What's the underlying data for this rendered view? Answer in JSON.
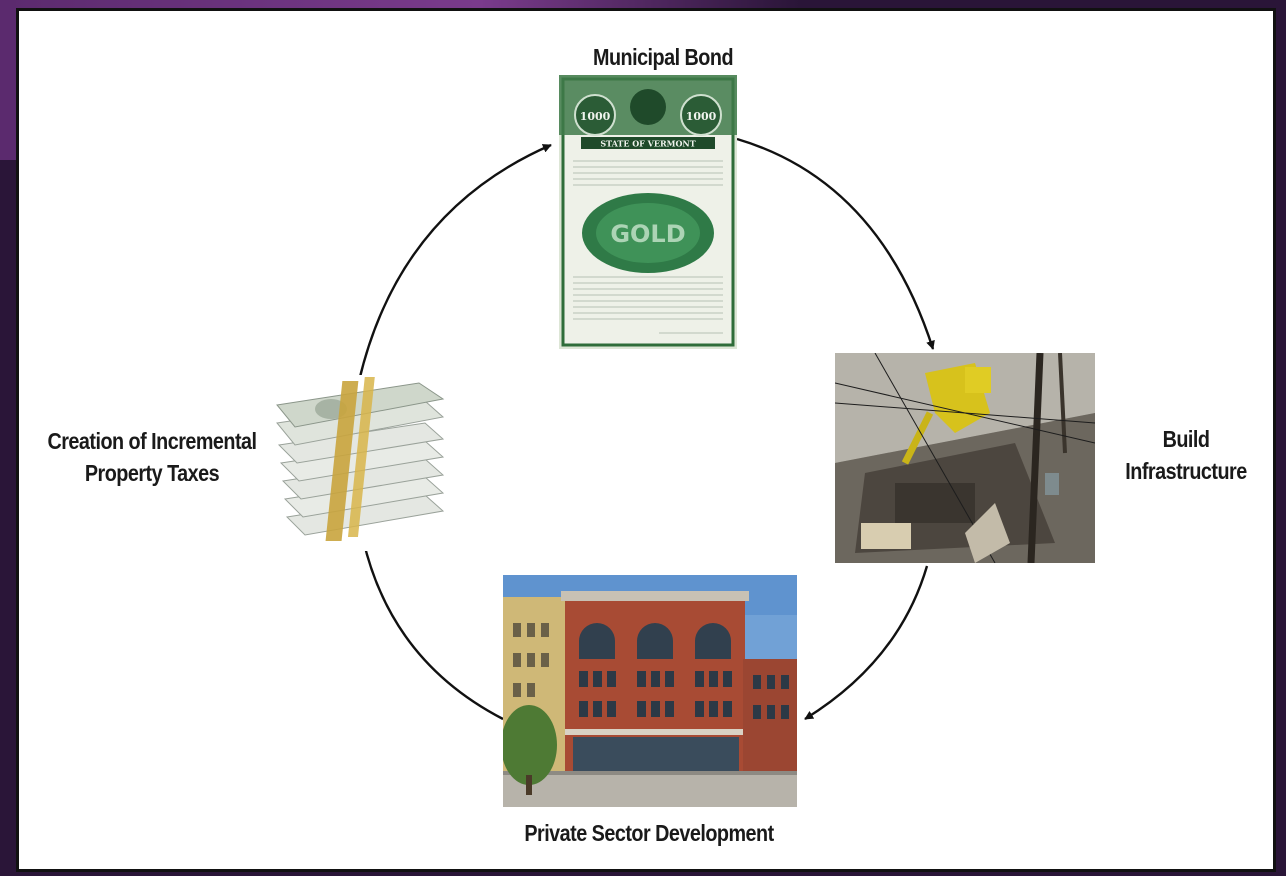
{
  "diagram": {
    "nodes": [
      {
        "id": "bond",
        "label": "Municipal Bond"
      },
      {
        "id": "infrastructure",
        "label_lines": [
          "Build",
          "Infrastructure"
        ]
      },
      {
        "id": "development",
        "label": "Private Sector Development"
      },
      {
        "id": "taxes",
        "label_lines": [
          "Creation of Incremental",
          "Property Taxes"
        ]
      }
    ],
    "edges": [
      {
        "from": "bond",
        "to": "infrastructure"
      },
      {
        "from": "infrastructure",
        "to": "development"
      },
      {
        "from": "development",
        "to": "taxes"
      },
      {
        "from": "taxes",
        "to": "bond"
      }
    ],
    "bond_image": {
      "denomination": "1000",
      "header": "STATE OF VERMONT",
      "center": "GOLD"
    }
  }
}
